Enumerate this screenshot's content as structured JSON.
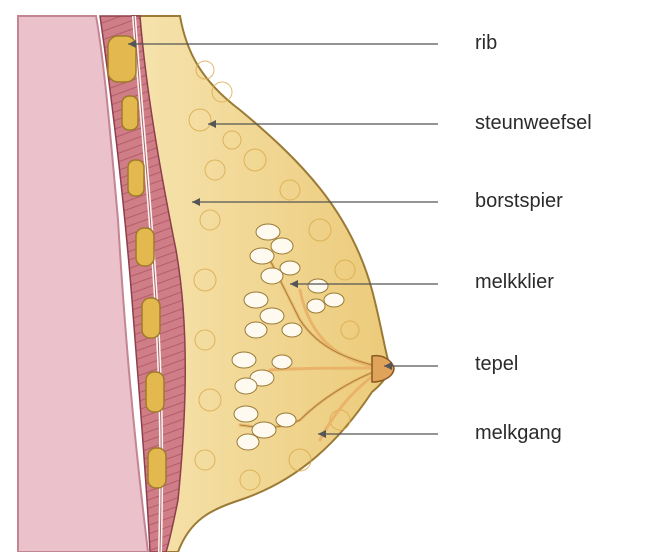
{
  "labels": {
    "rib": "rib",
    "connective_tissue": "steunweefsel",
    "pectoral_muscle": "borstspier",
    "mammary_gland": "melkklier",
    "nipple": "tepel",
    "milk_duct": "melkgang"
  },
  "colors": {
    "body": "#ebc2cc",
    "skin_outline": "#8a6a2a",
    "muscle": "#c97580",
    "fat": "#f3d99a",
    "fat_dark": "#d9a94a",
    "rib": "#e2b84f",
    "gland": "#fffaf0",
    "leader_line": "#555555",
    "label_text": "#2b2b2b"
  }
}
